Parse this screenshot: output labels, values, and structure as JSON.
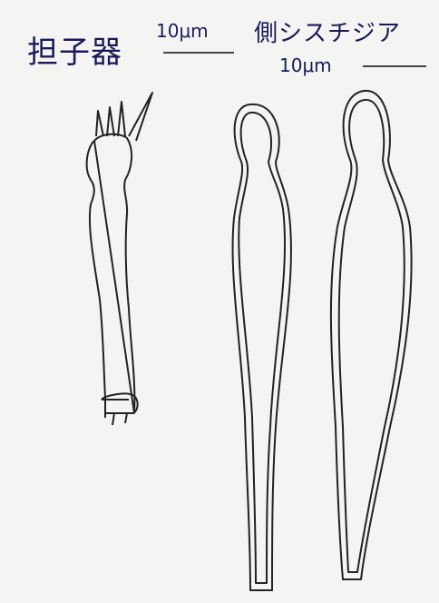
{
  "labels": {
    "basidium": "担子器",
    "cystidia": "側シスチジア",
    "scale_basidium": "10μm",
    "scale_cystidia": "10μm"
  }
}
